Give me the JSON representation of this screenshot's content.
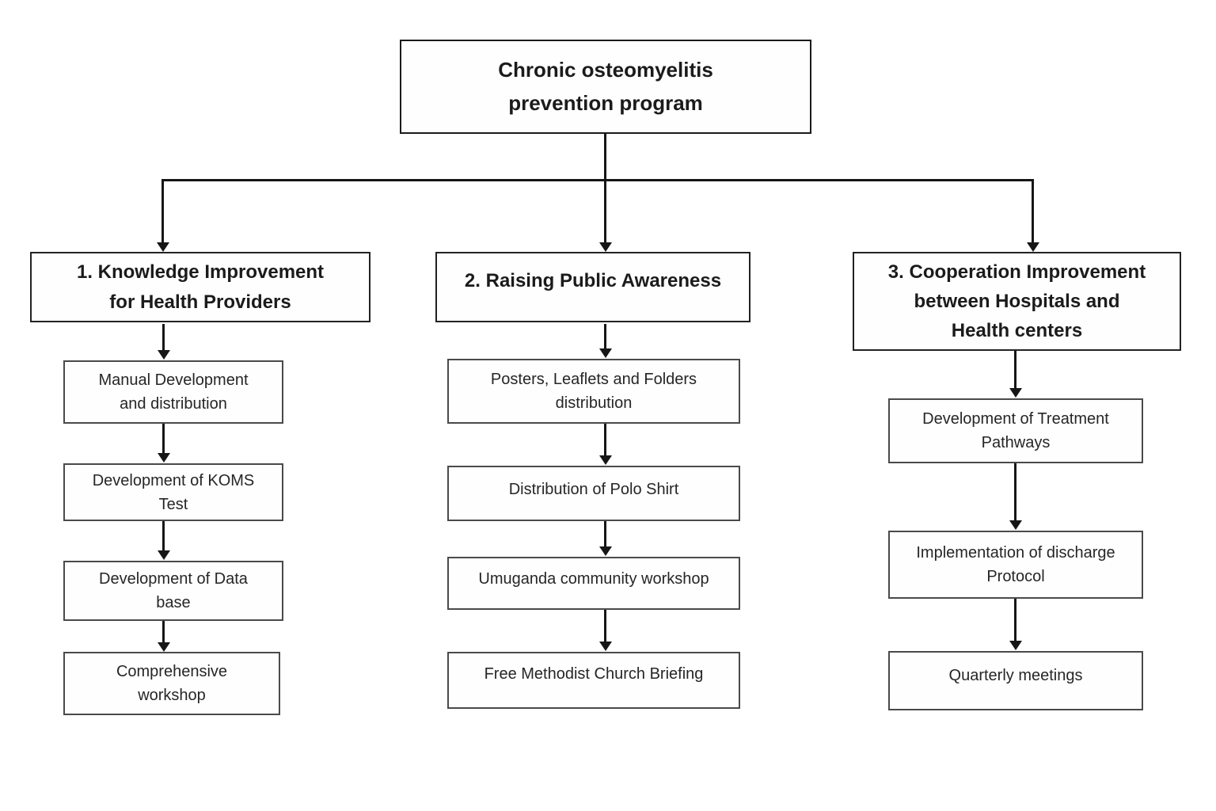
{
  "diagram": {
    "title_lines": [
      "Chronic osteomyelitis",
      "prevention program"
    ],
    "branches": [
      {
        "label_lines": [
          "1. Knowledge Improvement",
          "for Health Providers"
        ],
        "items": [
          {
            "lines": [
              "Manual Development",
              "and distribution"
            ]
          },
          {
            "lines": [
              "Development of KOMS",
              "Test"
            ]
          },
          {
            "lines": [
              "Development of Data",
              "base"
            ]
          },
          {
            "lines": [
              "Comprehensive",
              "workshop"
            ]
          }
        ]
      },
      {
        "label_lines": [
          "2. Raising Public Awareness"
        ],
        "items": [
          {
            "lines": [
              "Posters, Leaflets and Folders",
              "distribution"
            ]
          },
          {
            "lines": [
              "Distribution of Polo Shirt"
            ]
          },
          {
            "lines": [
              "Umuganda community workshop"
            ]
          },
          {
            "lines": [
              "Free Methodist Church Briefing"
            ]
          }
        ]
      },
      {
        "label_lines": [
          "3. Cooperation Improvement",
          "between Hospitals and",
          "Health centers"
        ],
        "items": [
          {
            "lines": [
              "Development of Treatment",
              "Pathways"
            ]
          },
          {
            "lines": [
              "Implementation of discharge",
              "Protocol"
            ]
          },
          {
            "lines": [
              "Quarterly meetings"
            ]
          }
        ]
      }
    ],
    "colors": {
      "line": "#161616",
      "box_border": "#4a4a4a",
      "head_border": "#222222",
      "text": "#1b1b1b",
      "background": "#ffffff"
    }
  }
}
